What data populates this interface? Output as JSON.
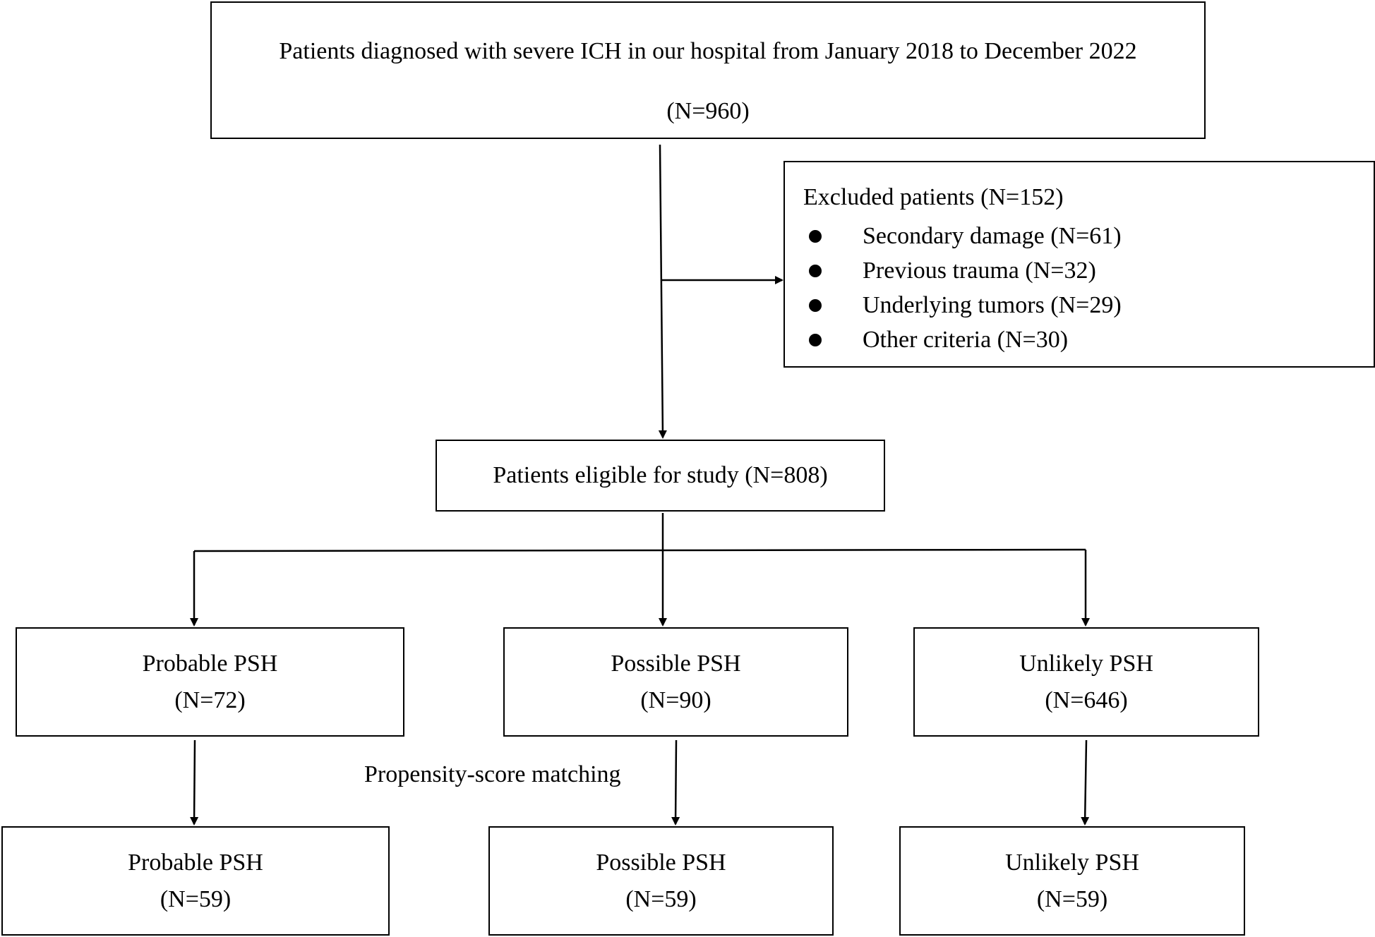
{
  "top_box": {
    "line1": "Patients diagnosed with severe ICH in our hospital from January 2018 to December 2022",
    "line2": "(N=960)"
  },
  "excluded_box": {
    "title": "Excluded patients (N=152)",
    "items": [
      "Secondary damage (N=61)",
      "Previous trauma (N=32)",
      "Underlying tumors (N=29)",
      "Other criteria (N=30)"
    ]
  },
  "eligible_box": {
    "label": "Patients eligible for study (N=808)"
  },
  "groups_before": [
    {
      "name": "Probable PSH",
      "count": "(N=72)"
    },
    {
      "name": "Possible PSH",
      "count": "(N=90)"
    },
    {
      "name": "Unlikely PSH",
      "count": "(N=646)"
    }
  ],
  "matching_label": "Propensity-score matching",
  "groups_after": [
    {
      "name": "Probable PSH",
      "count": "(N=59)"
    },
    {
      "name": "Possible PSH",
      "count": "(N=59)"
    },
    {
      "name": "Unlikely PSH",
      "count": "(N=59)"
    }
  ],
  "colors": {
    "stroke": "#000000",
    "background": "#ffffff"
  }
}
